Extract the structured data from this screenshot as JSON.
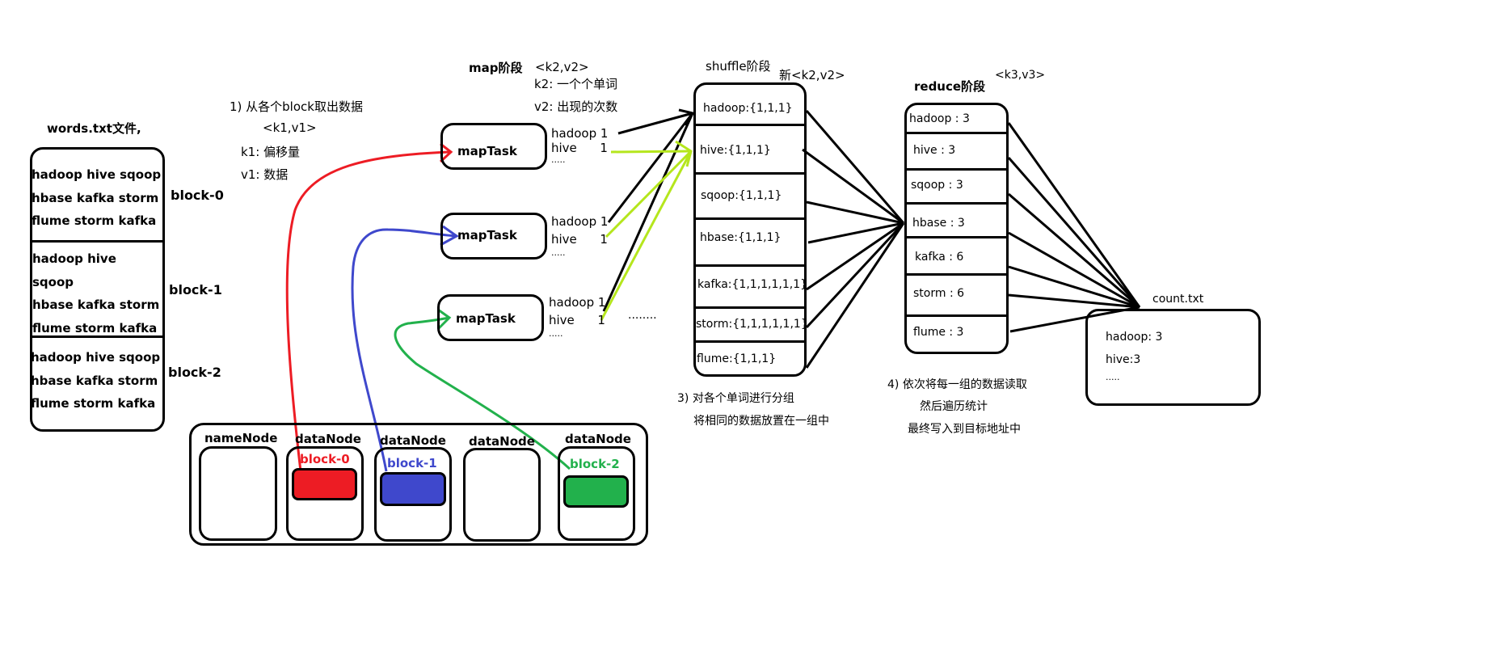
{
  "colors": {
    "red": "#ed1c24",
    "blue": "#3f48cc",
    "green": "#22b14c",
    "lime": "#b5e61d",
    "black": "#000000"
  },
  "input_file": {
    "title": "words.txt文件,",
    "blocks": [
      {
        "label": "block-0",
        "lines": [
          "hadoop  hive  sqoop",
          "hbase kafka  storm",
          "flume storm  kafka"
        ]
      },
      {
        "label": "block-1",
        "lines": [
          "hadoop  hive",
          "sqoop",
          "hbase kafka  storm",
          "flume storm  kafka"
        ]
      },
      {
        "label": "block-2",
        "lines": [
          "hadoop  hive  sqoop",
          "hbase kafka  storm",
          "flume storm  kafka"
        ]
      }
    ]
  },
  "step1": {
    "title": "1)  从各个block取出数据",
    "kv": "<k1,v1>",
    "k1": "k1: 偏移量",
    "v1": "v1: 数据"
  },
  "map_stage": {
    "title": "map阶段",
    "kv": "<k2,v2>",
    "k2": "k2: 一个个单词",
    "v2": "v2:  出现的次数",
    "tasks": [
      {
        "label": "mapTask",
        "out": [
          "hadoop 1",
          "hive      1",
          "....."
        ]
      },
      {
        "label": "mapTask",
        "out": [
          "hadoop 1",
          "hive      1",
          "....."
        ]
      },
      {
        "label": "mapTask",
        "out": [
          "hadoop 1",
          "hive      1",
          "....."
        ]
      }
    ],
    "more": "........"
  },
  "shuffle_stage": {
    "title": "shuffle阶段",
    "kv": "新<k2,v2>",
    "groups": [
      "hadoop:{1,1,1}",
      "hive:{1,1,1}",
      "sqoop:{1,1,1}",
      "hbase:{1,1,1}",
      "kafka:{1,1,1,1,1,1}",
      "storm:{1,1,1,1,1,1}",
      "flume:{1,1,1}"
    ],
    "note": [
      "3) 对各个单词进行分组",
      "将相同的数据放置在一组中"
    ]
  },
  "reduce_stage": {
    "title": "reduce阶段",
    "kv": "<k3,v3>",
    "results": [
      "hadoop : 3",
      "hive : 3",
      "sqoop : 3",
      "hbase : 3",
      "kafka : 6",
      "storm : 6",
      "flume : 3"
    ],
    "note": [
      "4) 依次将每一组的数据读取",
      "然后遍历统计",
      "最终写入到目标地址中"
    ]
  },
  "output_file": {
    "title": "count.txt",
    "lines": [
      "hadoop: 3",
      "hive:3",
      "....."
    ]
  },
  "cluster": {
    "nodes": [
      {
        "label": "nameNode",
        "block": null
      },
      {
        "label": "dataNode",
        "block": "block-0"
      },
      {
        "label": "dataNode",
        "block": "block-1"
      },
      {
        "label": "dataNode",
        "block": null
      },
      {
        "label": "dataNode",
        "block": "block-2"
      }
    ]
  }
}
